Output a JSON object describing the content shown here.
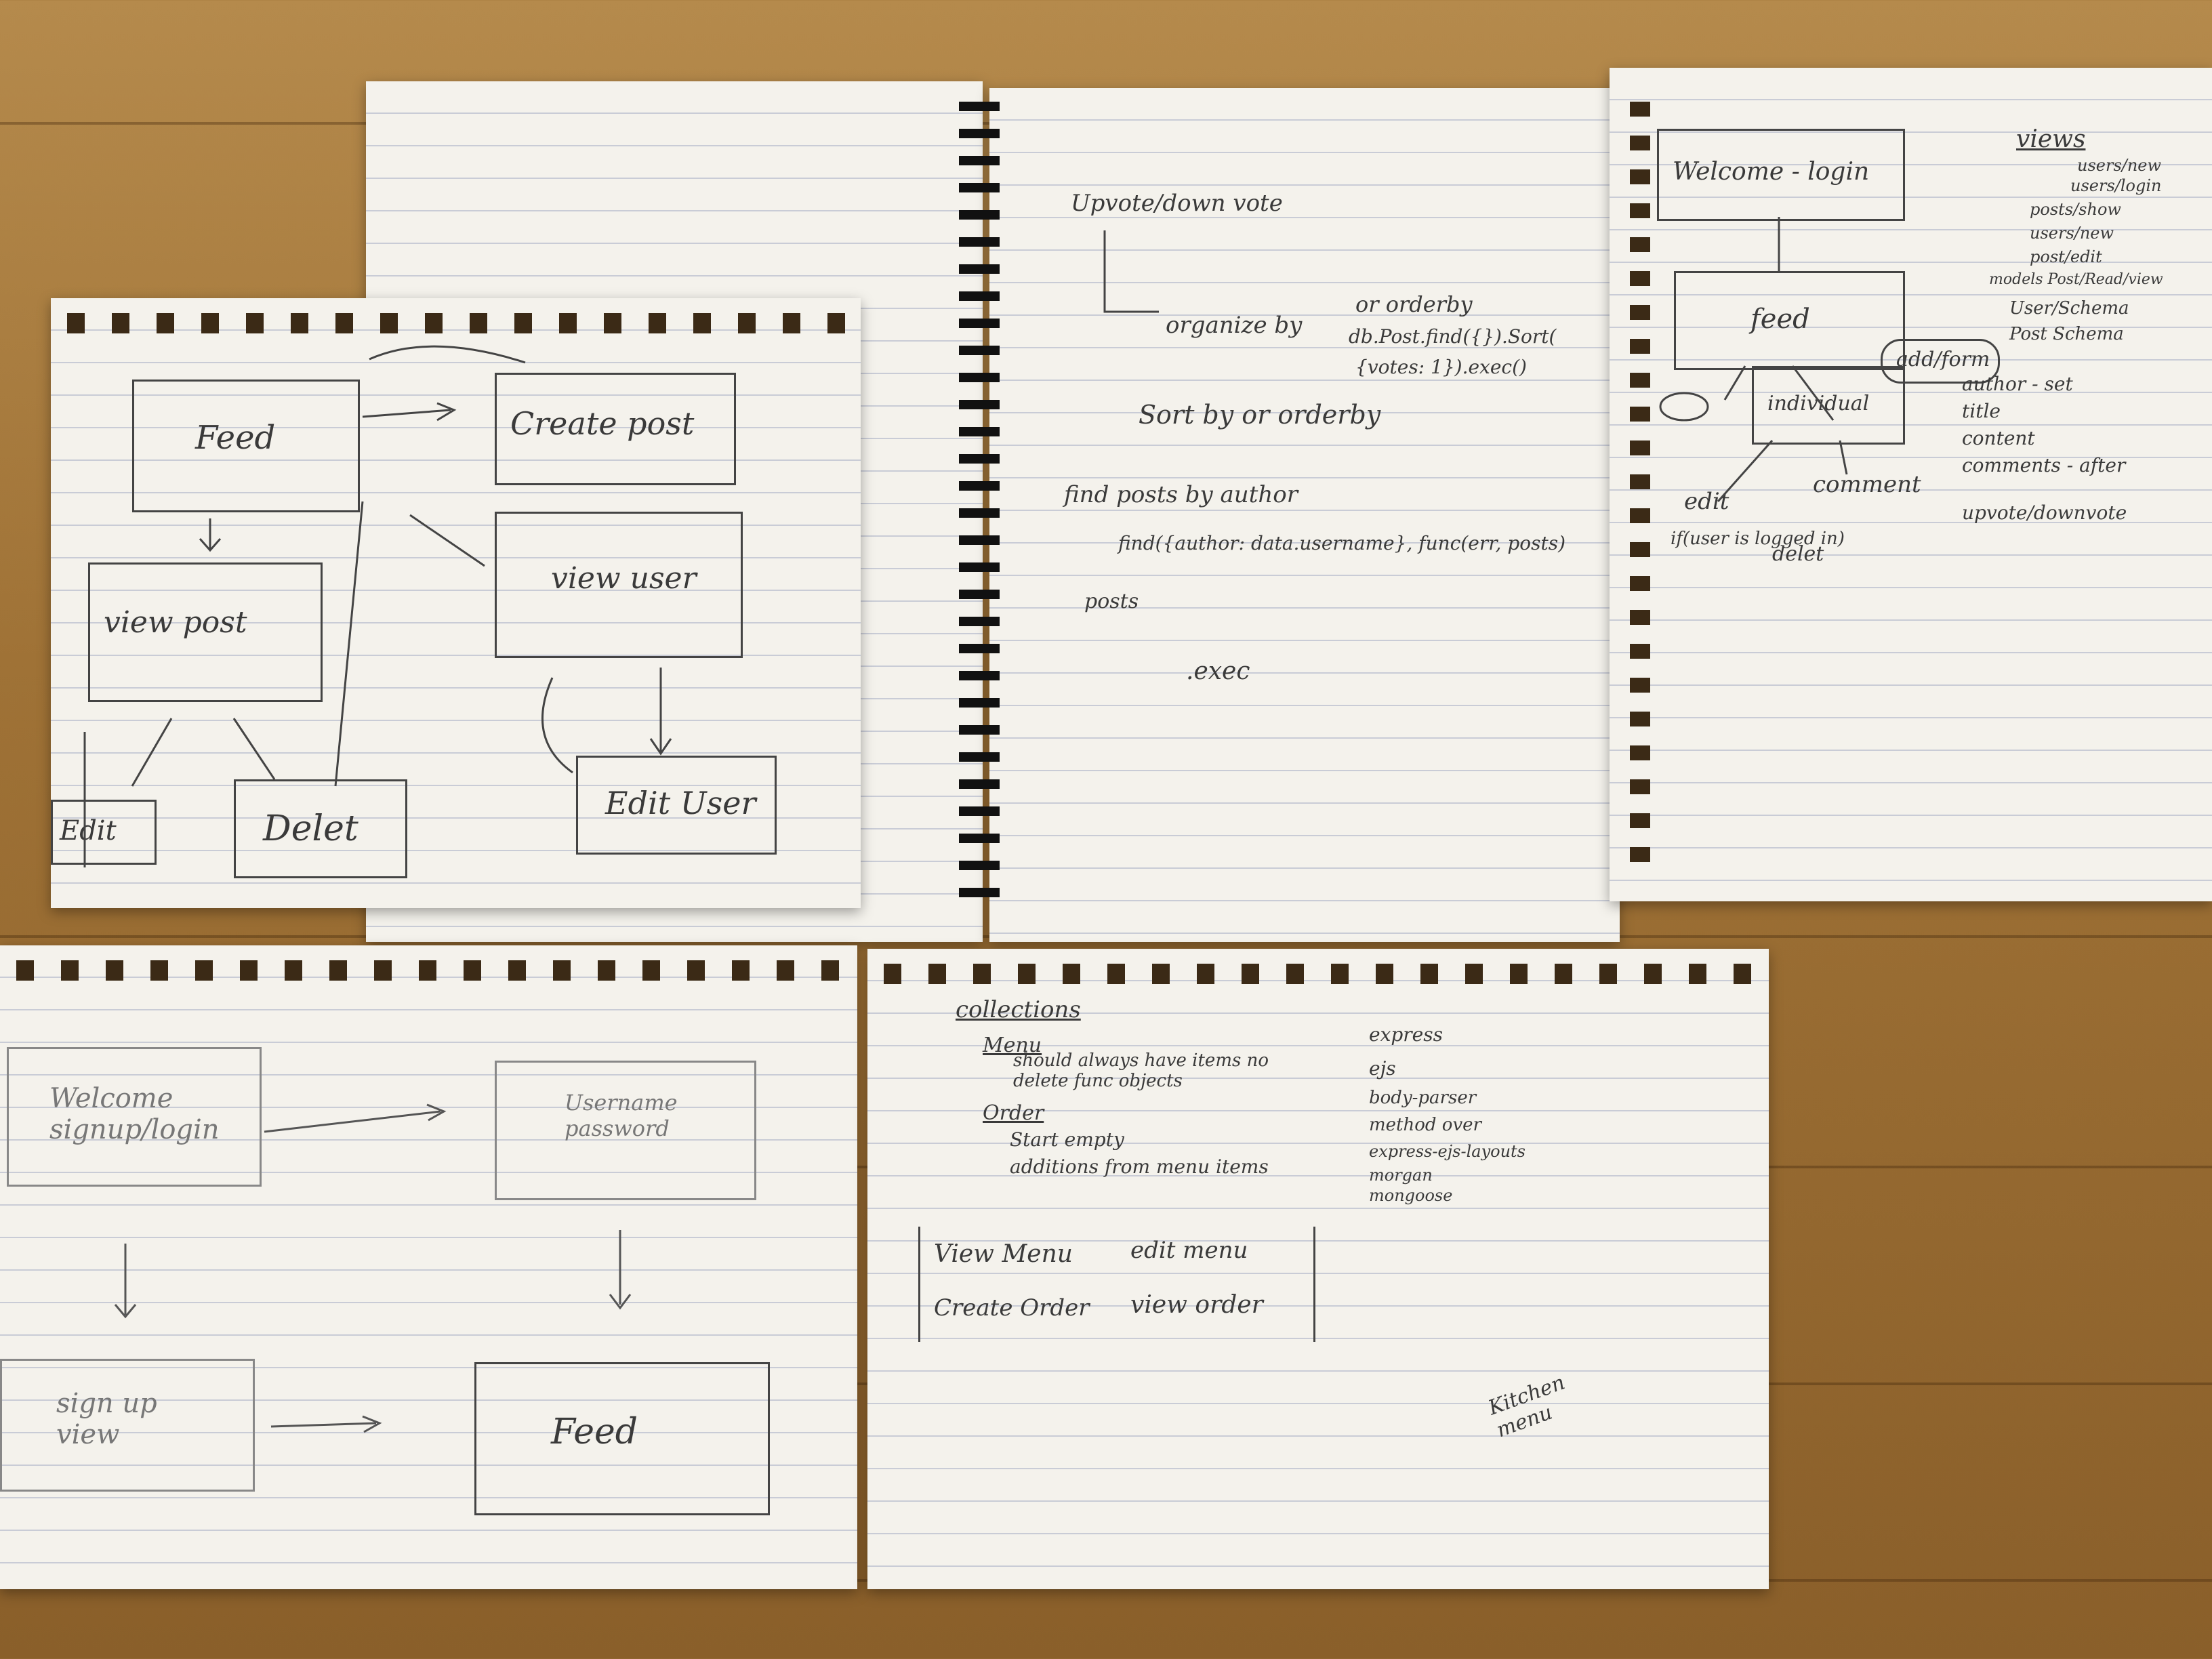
{
  "sheets": {
    "feed_flow": {
      "boxes": [
        "Feed",
        "Create post",
        "view post",
        "view user",
        "Edit",
        "Delet",
        "Edit User"
      ]
    },
    "notebook_notes": {
      "lines": [
        "Upvote/down vote",
        "organize by",
        "or orderby",
        "db.Post.find({}).Sort(",
        "{votes: 1}).exec()",
        "Sort by or orderby",
        "find posts by author",
        "find({author: data.username}, func(err, posts)",
        "posts",
        ".exec"
      ]
    },
    "welcome_diagram": {
      "boxes": [
        "Welcome - login",
        "feed",
        "add/form",
        "individual"
      ],
      "labels": [
        "edit",
        "comment",
        "if(user is logged in)",
        "delet"
      ],
      "views_title": "views",
      "views": [
        "users/new",
        "users/login",
        "posts/show",
        "users/new",
        "post/edit"
      ],
      "models": "models Post/Read/view",
      "schema": [
        "User/Schema",
        "Post Schema"
      ],
      "fields": [
        "author - set",
        "title",
        "content",
        "comments - after",
        "upvote/downvote"
      ]
    },
    "signup_flow": {
      "boxes": [
        "Welcome signup/login",
        "Username password",
        "sign up view",
        "Feed"
      ]
    },
    "collections_sheet": {
      "title": "collections",
      "menu_heading": "Menu",
      "menu_note": "should always have items no delete func objects",
      "order_heading": "Order",
      "order_notes": [
        "Start empty",
        "additions from menu items"
      ],
      "stack": [
        "express",
        "ejs",
        "body-parser",
        "method over",
        "express-ejs-layouts",
        "morgan",
        "mongoose"
      ],
      "views": [
        "View Menu",
        "edit menu",
        "Create Order",
        "view order"
      ],
      "footer": "Kitchen menu"
    }
  }
}
